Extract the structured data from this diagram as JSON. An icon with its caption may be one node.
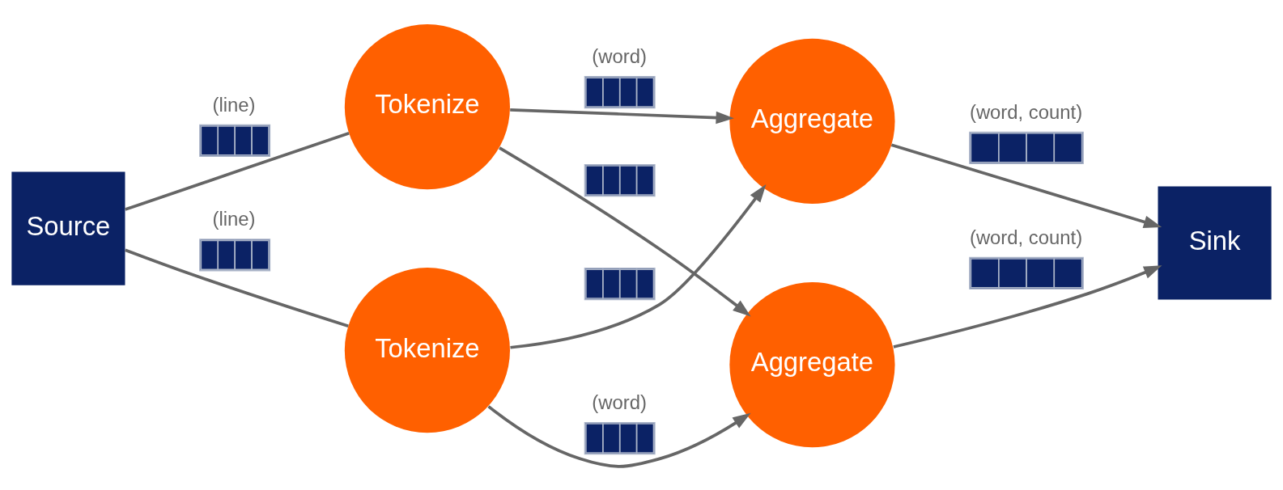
{
  "diagram": {
    "nodes": [
      {
        "text": [
          "Source"
        ]
      },
      {
        "text": [
          "Tokenize"
        ]
      },
      {
        "text": [
          "Tokenize"
        ]
      },
      {
        "text": [
          "Aggregate"
        ]
      },
      {
        "text": [
          "Aggregate"
        ]
      },
      {
        "text": [
          "Sink"
        ]
      }
    ],
    "edges": [
      {
        "from": 0,
        "to": 1,
        "arrow": "none",
        "label": "(line)"
      },
      {
        "from": 0,
        "to": 2,
        "arrow": "none",
        "label": "(line)"
      },
      {
        "from": 1,
        "to": 3,
        "arrow": "to",
        "label": "(word)"
      },
      {
        "from": 1,
        "to": 4,
        "arrow": "to"
      },
      {
        "from": 2,
        "to": 3,
        "arrow": "to"
      },
      {
        "from": 2,
        "to": 4,
        "arrow": "to",
        "label": "(word)"
      },
      {
        "from": 3,
        "to": 5,
        "arrow": "to",
        "label": "(word, count)"
      },
      {
        "from": 4,
        "to": 5,
        "arrow": "to",
        "label": "(word, count)"
      }
    ]
  }
}
